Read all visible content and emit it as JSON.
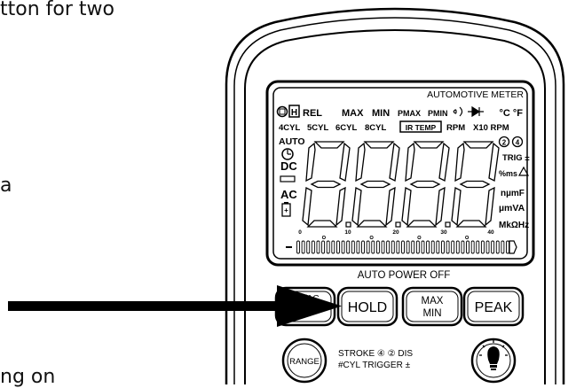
{
  "side_text": {
    "line1": "tton for two",
    "line2": "a",
    "line3": "ng on"
  },
  "meter": {
    "title": "AUTOMOTIVE METER",
    "row1": [
      "REL",
      "MAX",
      "MIN",
      "PMAX",
      "PMIN",
      "°C °F"
    ],
    "row2": [
      "4CYL",
      "5CYL",
      "6CYL",
      "8CYL",
      "IR TEMP",
      "RPM",
      "X10 RPM"
    ],
    "left_labels": [
      "AUTO",
      "DC",
      "AC"
    ],
    "right_labels": [
      "TRIG ±",
      "%ms",
      "nµmF",
      "µmVA",
      "MkΩHz"
    ],
    "bar_scale": [
      "0",
      "10",
      "20",
      "30",
      "40"
    ],
    "auto_power_off": "AUTO POWER OFF",
    "buttons": {
      "dcac": "DC/AC",
      "hold": "HOLD",
      "maxmin_line1": "MAX",
      "maxmin_line2": "MIN",
      "peak": "PEAK",
      "range": "RANGE"
    },
    "stroke_line1": "STROKE ④ ② DIS",
    "stroke_line2": "#CYL TRIGGER ±"
  },
  "colors": {
    "outline": "#000000",
    "arrow": "#000000",
    "background": "#ffffff"
  },
  "icons": [
    "arrow-right-icon",
    "light-bulb-icon",
    "clock-icon",
    "battery-icon",
    "hold-h-icon"
  ]
}
